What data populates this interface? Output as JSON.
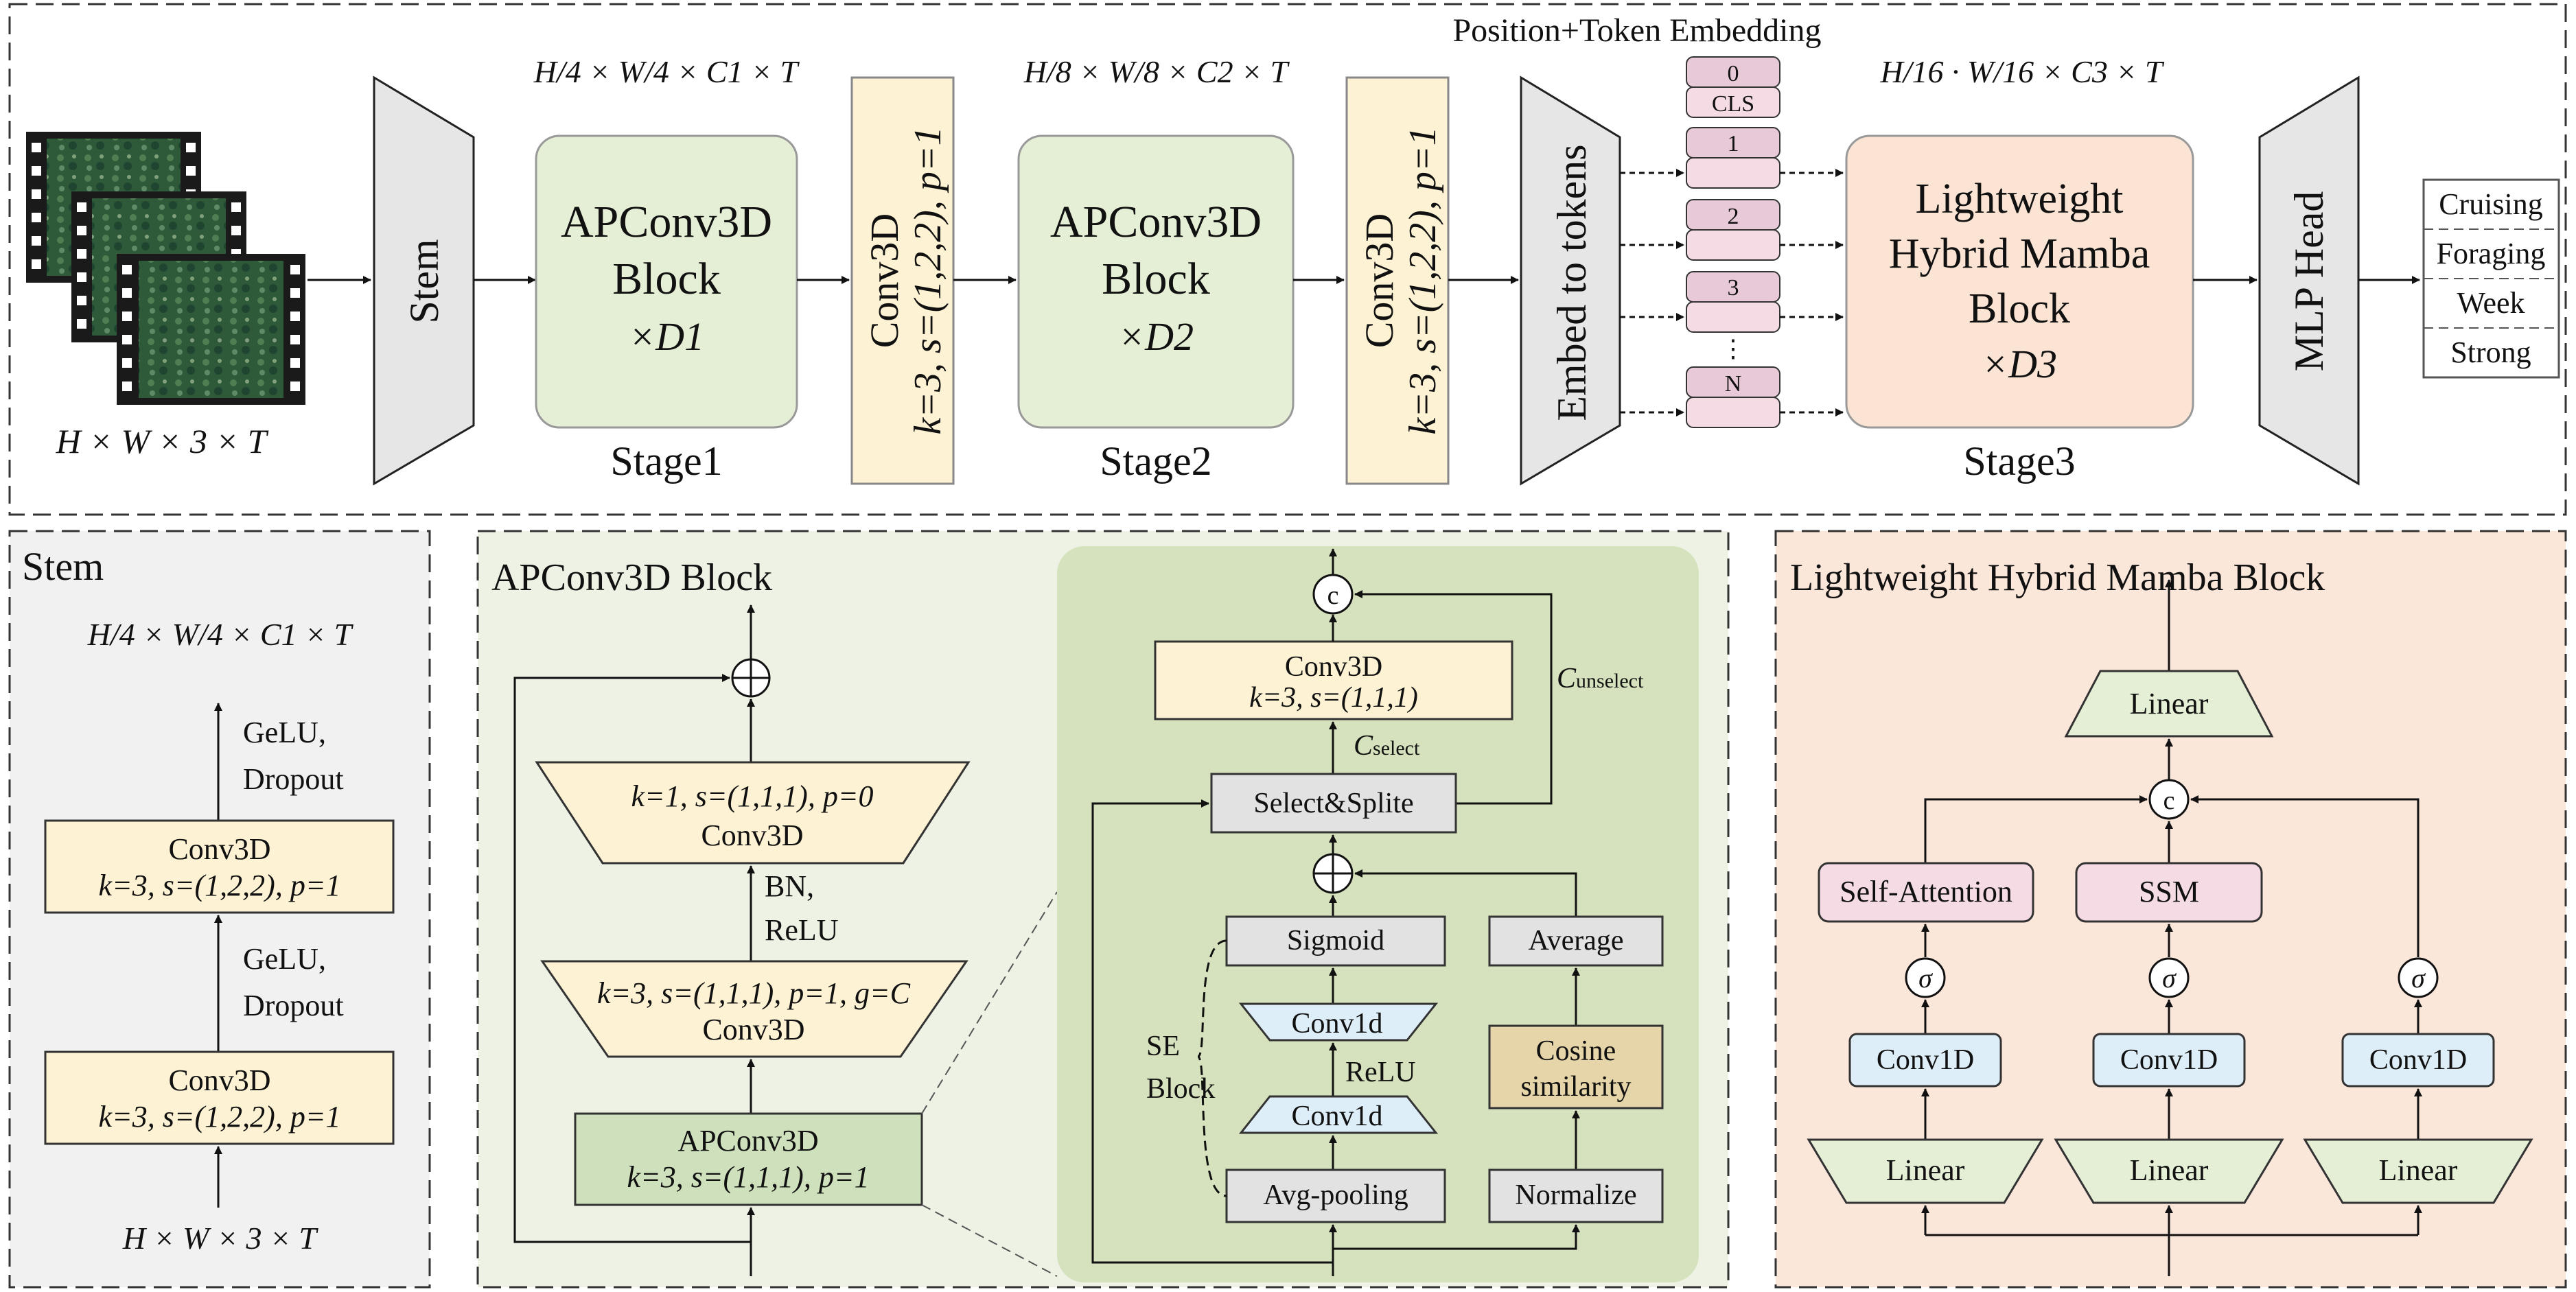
{
  "top": {
    "input_label": "H × W × 3 × T",
    "stem_label": "Stem",
    "stage1": {
      "dims": "H/4 × W/4 × C1 × T",
      "title": "APConv3D",
      "sub": "Block",
      "repeat": "×D1",
      "name": "Stage1"
    },
    "down1": {
      "title": "Conv3D",
      "params": "k=3, s=(1,2,2), p=1"
    },
    "stage2": {
      "dims": "H/8 × W/8 × C2 × T",
      "title": "APConv3D",
      "sub": "Block",
      "repeat": "×D2",
      "name": "Stage2"
    },
    "down2": {
      "title": "Conv3D",
      "params": "k=3, s=(1,2,2), p=1"
    },
    "embed_label": "Embed to tokens",
    "pos_token_title": "Position+Token Embedding",
    "tokens": [
      "0",
      "CLS",
      "1",
      "2",
      "3",
      "⋮",
      "N"
    ],
    "stage3": {
      "dims": "H/16 · W/16 × C3 × T",
      "line1": "Lightweight",
      "line2": "Hybrid Mamba",
      "line3": "Block",
      "repeat": "×D3",
      "name": "Stage3"
    },
    "mlp_label": "MLP Head",
    "outputs": [
      "Cruising",
      "Foraging",
      "Week",
      "Strong"
    ]
  },
  "stem_panel": {
    "title": "Stem",
    "out_dims": "H/4 × W/4 × C1 × T",
    "act_top": [
      "GeLU,",
      "Dropout"
    ],
    "conv_top": {
      "title": "Conv3D",
      "params": "k=3, s=(1,2,2), p=1"
    },
    "act_bottom": [
      "GeLU,",
      "Dropout"
    ],
    "conv_bottom": {
      "title": "Conv3D",
      "params": "k=3, s=(1,2,2), p=1"
    },
    "in_dims": "H × W × 3 × T"
  },
  "apconv_panel": {
    "title": "APConv3D Block",
    "conv_top": {
      "params": "k=1, s=(1,1,1), p=0",
      "title": "Conv3D"
    },
    "act": [
      "BN,",
      "ReLU"
    ],
    "conv_mid": {
      "params": "k=3, s=(1,1,1), p=1, g=C",
      "title": "Conv3D"
    },
    "apconv": {
      "title": "APConv3D",
      "params": "k=3, s=(1,1,1), p=1"
    },
    "detail": {
      "concat": "c",
      "conv3d": {
        "title": "Conv3D",
        "params": "k=3, s=(1,1,1)"
      },
      "c_select": "select",
      "c_unselect": "unselect",
      "select_split": "Select&Splite",
      "sigmoid": "Sigmoid",
      "average": "Average",
      "conv1d_a": "Conv1d",
      "relu": "ReLU",
      "conv1d_b": "Conv1d",
      "cosine": [
        "Cosine",
        "similarity"
      ],
      "se_block": [
        "SE",
        "Block"
      ],
      "avg_pooling": "Avg-pooling",
      "normalize": "Normalize"
    }
  },
  "mamba_panel": {
    "title": "Lightweight Hybrid Mamba Block",
    "linear_top": "Linear",
    "concat": "c",
    "self_attention": "Self-Attention",
    "ssm": "SSM",
    "sigma": "σ",
    "conv1d": "Conv1D",
    "linear": "Linear"
  },
  "colors": {
    "green_block": "#e5efd6",
    "yellow_block": "#fdf2d3",
    "peach_block": "#fbe4d4",
    "pink_token": "#e8c9d8",
    "pink_light": "#f5dbe4",
    "blue_conv": "#ddeef8",
    "gray_box": "#e2e2e2",
    "tan_box": "#e6d5a8",
    "stem_panel_bg": "#f1f1f1",
    "ap_panel_bg": "#edf2e4",
    "ap_detail_bg": "#d5e2bd",
    "mamba_panel_bg": "#fbe6da"
  }
}
